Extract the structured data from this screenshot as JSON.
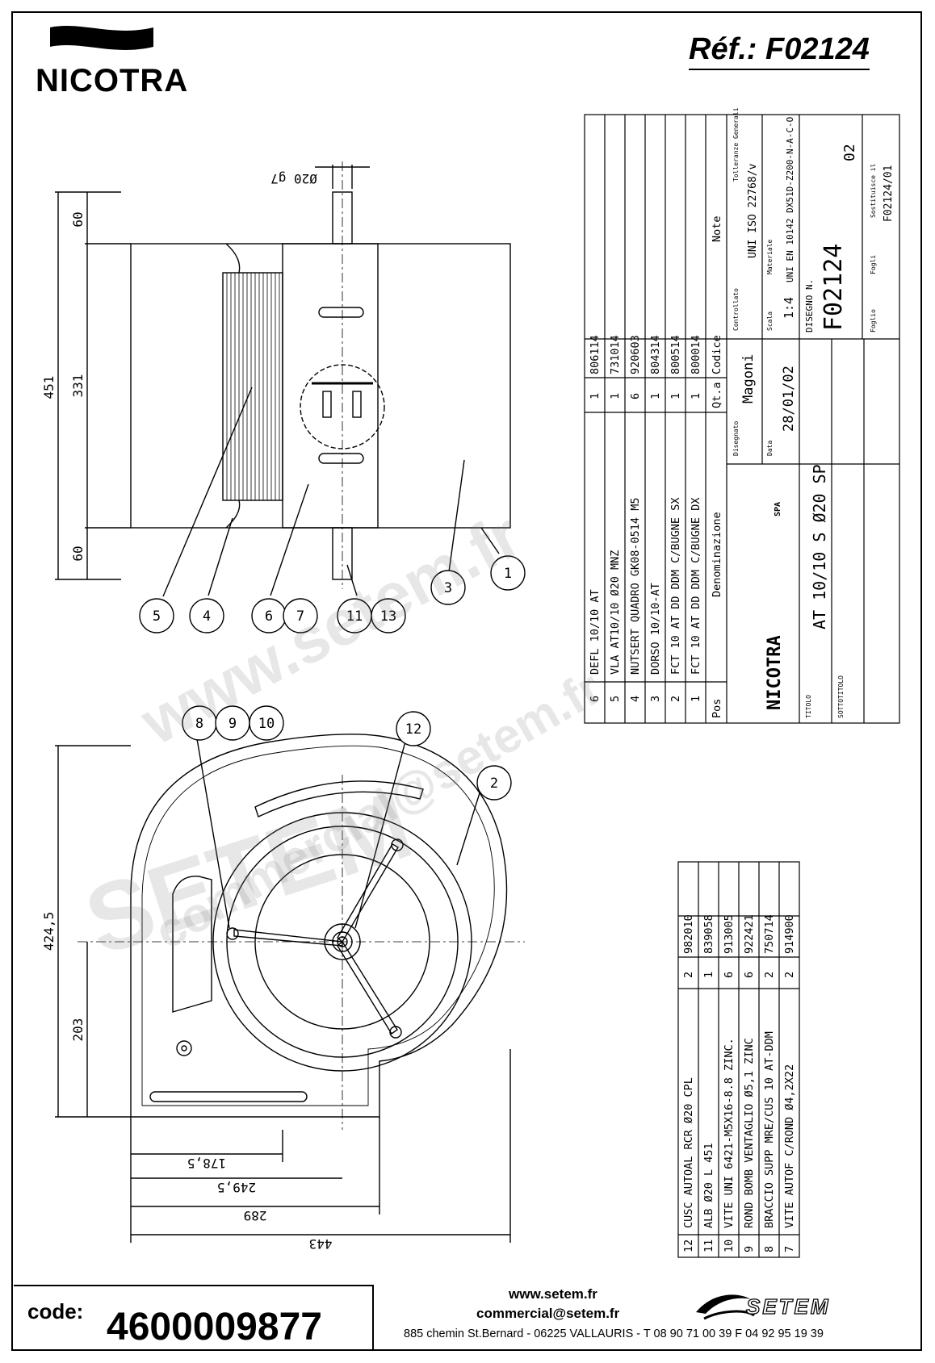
{
  "brand": {
    "name": "NICOTRA"
  },
  "reference": "Réf.: F02124",
  "watermark": {
    "site": "www.setem.fr",
    "name": "SETEM",
    "mail": "commercial@setem.fr"
  },
  "dimensions": {
    "shaft_dia": "Ø20 g7",
    "total_height": "451",
    "body_height": "331",
    "top_offset": "60",
    "bottom_offset": "60",
    "side_height": "424,5",
    "axis_height": "203",
    "d1": "178,5",
    "d2": "249,5",
    "d3": "289",
    "d4": "443"
  },
  "callouts_top": [
    "5",
    "4",
    "6",
    "7",
    "11",
    "13",
    "3",
    "1"
  ],
  "callouts_bottom": [
    "8",
    "9",
    "10",
    "12",
    "2"
  ],
  "parts_table_1": {
    "header": {
      "pos": "Pos",
      "name": "Denominazione",
      "qty": "Qt.a",
      "code": "Codice",
      "notes": "Note"
    },
    "rows": [
      {
        "pos": "6",
        "name": "DEFL 10/10 AT",
        "qty": "1",
        "code": "806114"
      },
      {
        "pos": "5",
        "name": "VLA AT10/10 Ø20 MNZ",
        "qty": "1",
        "code": "731014"
      },
      {
        "pos": "4",
        "name": "NUTSERT QUADRO GK08-0514 M5",
        "qty": "6",
        "code": "920603"
      },
      {
        "pos": "3",
        "name": "DORSO 10/10-AT",
        "qty": "1",
        "code": "804314"
      },
      {
        "pos": "2",
        "name": "FCT 10 AT DD DDM C/BUGNE SX",
        "qty": "1",
        "code": "800514"
      },
      {
        "pos": "1",
        "name": "FCT 10 AT DD DDM C/BUGNE DX",
        "qty": "1",
        "code": "800014"
      }
    ]
  },
  "title_block": {
    "company": "NICOTRA",
    "company_suffix": "SPA",
    "disegnato_label": "Disegnato",
    "disegnato": "",
    "controllato_label": "Controllato",
    "controllato": "Magoni",
    "tolleranze_label": "Tolleranze Generali",
    "tolleranze": "UNI ISO 22768/v",
    "data_label": "Data",
    "data": "28/01/02",
    "scala_label": "Scala",
    "scala": "1:4",
    "materiale_label": "Materiale",
    "materiale": "UNI EN 10142 DX51D-Z200-N-A-C-O",
    "disegno_label": "DISEGNO N.",
    "disegno": "F02124",
    "rev": "02",
    "foglio_label": "Foglio",
    "fogli_label": "Fogli",
    "sostituisce_label": "Sostituisce il",
    "sostituisce": "F02124/01",
    "titolo_label": "TITOLO",
    "titolo": "AT 10/10 S Ø20 SP",
    "sottotitolo_label": "SOTTOTITOLO"
  },
  "parts_table_2": {
    "rows": [
      {
        "pos": "12",
        "name": "CUSC AUTOAL RCR Ø20 CPL",
        "qty": "2",
        "code": "982010"
      },
      {
        "pos": "11",
        "name": "ALB Ø20 L 451",
        "qty": "1",
        "code": "839058"
      },
      {
        "pos": "10",
        "name": "VITE UNI 6421-M5X16-8.8 ZINC.",
        "qty": "6",
        "code": "913005"
      },
      {
        "pos": "9",
        "name": "ROND BOMB VENTAGLIO Ø5,1 ZINC",
        "qty": "6",
        "code": "922421"
      },
      {
        "pos": "8",
        "name": "BRACCIO SUPP MRE/CUS 10 AT-DDM",
        "qty": "2",
        "code": "750714"
      },
      {
        "pos": "7",
        "name": "VITE AUTOF C/ROND Ø4,2X22",
        "qty": "2",
        "code": "914900"
      }
    ]
  },
  "footer": {
    "code_label": "code:",
    "code_value": "4600009877",
    "website": "www.setem.fr",
    "email": "commercial@setem.fr",
    "address": "885 chemin St.Bernard  -  06225 VALLAURIS  -  T 08 90 71 00 39   F 04 92 95 19 39",
    "logo_text": "SETEM"
  }
}
